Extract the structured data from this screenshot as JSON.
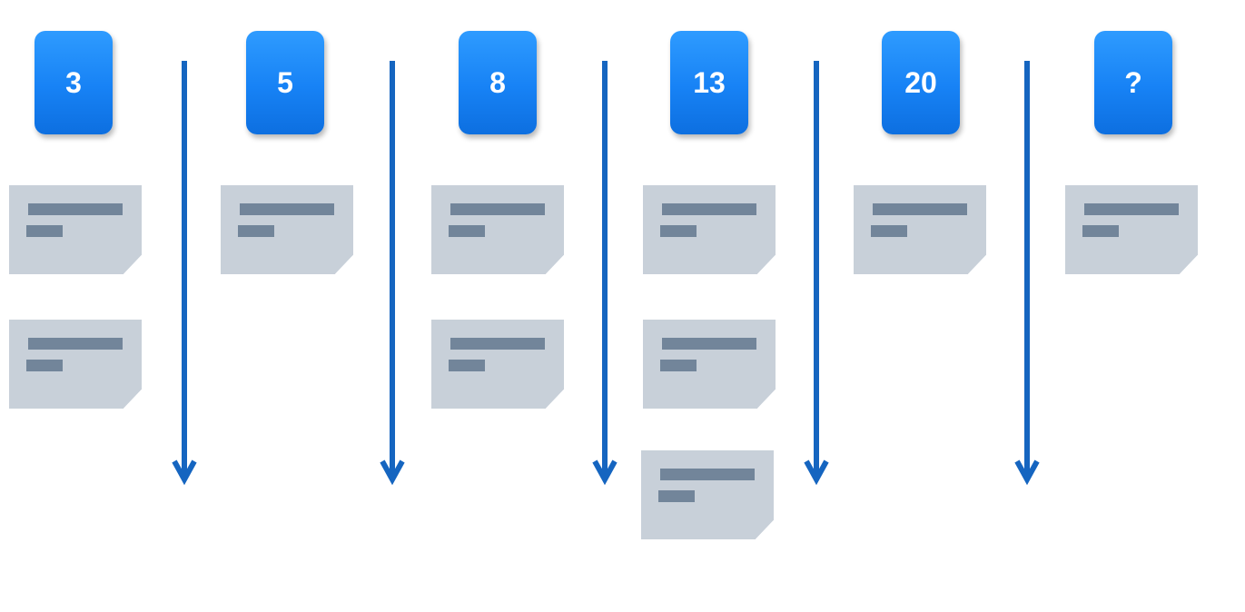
{
  "columns": [
    {
      "estimate": "3",
      "note_count": 2
    },
    {
      "estimate": "5",
      "note_count": 1
    },
    {
      "estimate": "8",
      "note_count": 2
    },
    {
      "estimate": "13",
      "note_count": 3
    },
    {
      "estimate": "20",
      "note_count": 1
    },
    {
      "estimate": "?",
      "note_count": 1
    }
  ],
  "colors": {
    "header_card": "#1782f5",
    "arrow": "#1565c0",
    "note": "#c8d0d9",
    "note_lines": "#72859a"
  },
  "icons": {
    "separator": "down-arrow-icon",
    "note": "sticky-note-icon"
  }
}
